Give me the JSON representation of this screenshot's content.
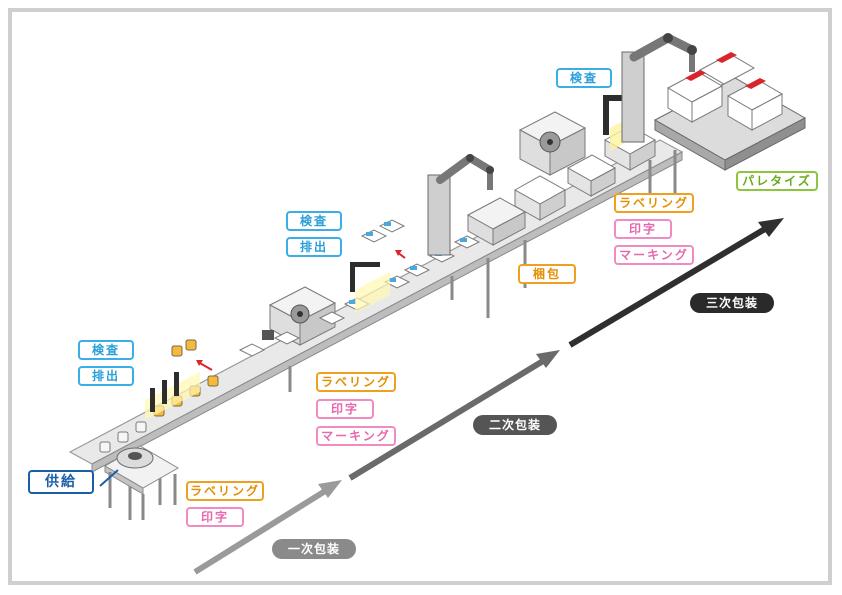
{
  "labels": {
    "supply": "供給",
    "inspect": "検査",
    "reject": "排出",
    "labeling": "ラベリング",
    "printing": "印字",
    "marking": "マーキング",
    "boxing": "梱包",
    "palletize": "パレタイズ"
  },
  "stages": {
    "primary": "一次包装",
    "secondary": "二次包装",
    "tertiary": "三次包装"
  },
  "colors": {
    "inspect": "#2a9fd9",
    "printing": "#e767ad",
    "labeling": "#e58e00",
    "palletize": "#6aab1e",
    "supply": "#1b5ea8",
    "stage_primary": "#8a8a8a",
    "stage_secondary": "#555555",
    "stage_tertiary": "#2a2a2a"
  }
}
